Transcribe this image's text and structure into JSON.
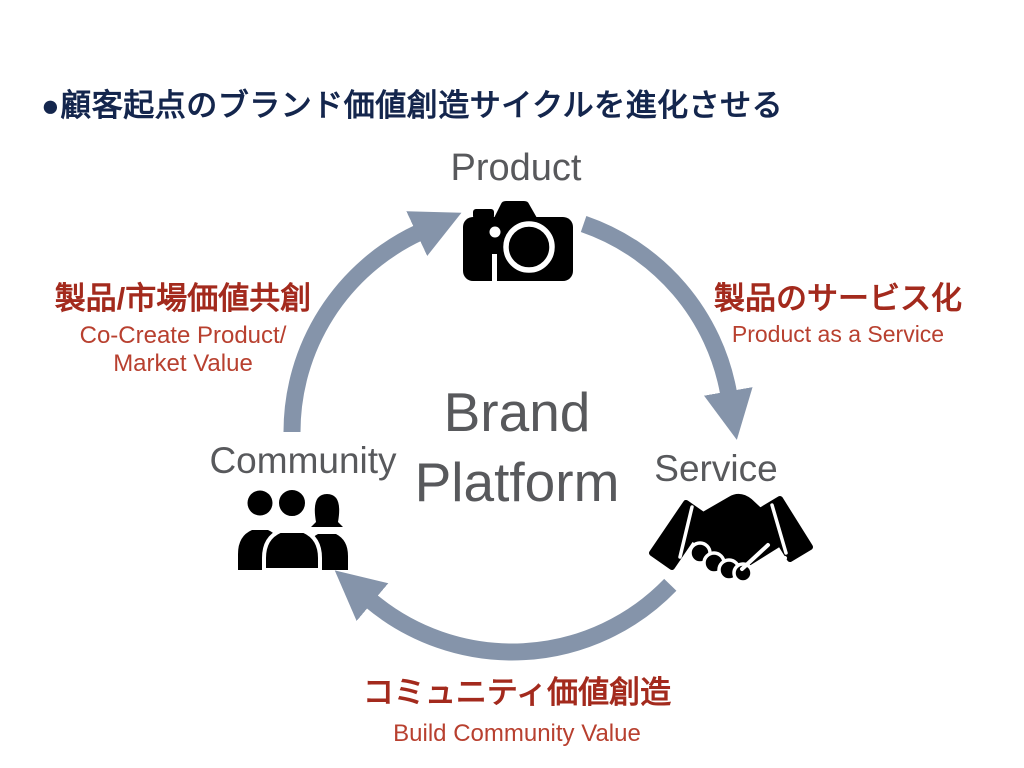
{
  "slide": {
    "title": "●顧客起点のブランド価値創造サイクルを進化させる",
    "center": {
      "line1": "Brand",
      "line2": "Platform"
    },
    "nodes": {
      "product": {
        "label": "Product",
        "icon": "camera-icon"
      },
      "service": {
        "label": "Service",
        "icon": "handshake-icon"
      },
      "community": {
        "label": "Community",
        "icon": "people-icon"
      }
    },
    "annotations": {
      "left": {
        "jp": "製品/市場価値共創",
        "en_line1": "Co-Create Product/",
        "en_line2": "Market Value"
      },
      "right": {
        "jp": "製品のサービス化",
        "en": "Product as a Service"
      },
      "bottom": {
        "jp": "コミュニティ価値創造",
        "en": "Build Community Value"
      }
    },
    "cycle_flow": [
      "Product → Service",
      "Service → Community",
      "Community → Product"
    ],
    "colors": {
      "title_navy": "#14264d",
      "jp_red": "#a32a1d",
      "en_red": "#b8402f",
      "arrow_blue_gray": "#8594aa",
      "label_gray": "#58595c",
      "icon_black": "#000000",
      "background": "#ffffff"
    }
  }
}
